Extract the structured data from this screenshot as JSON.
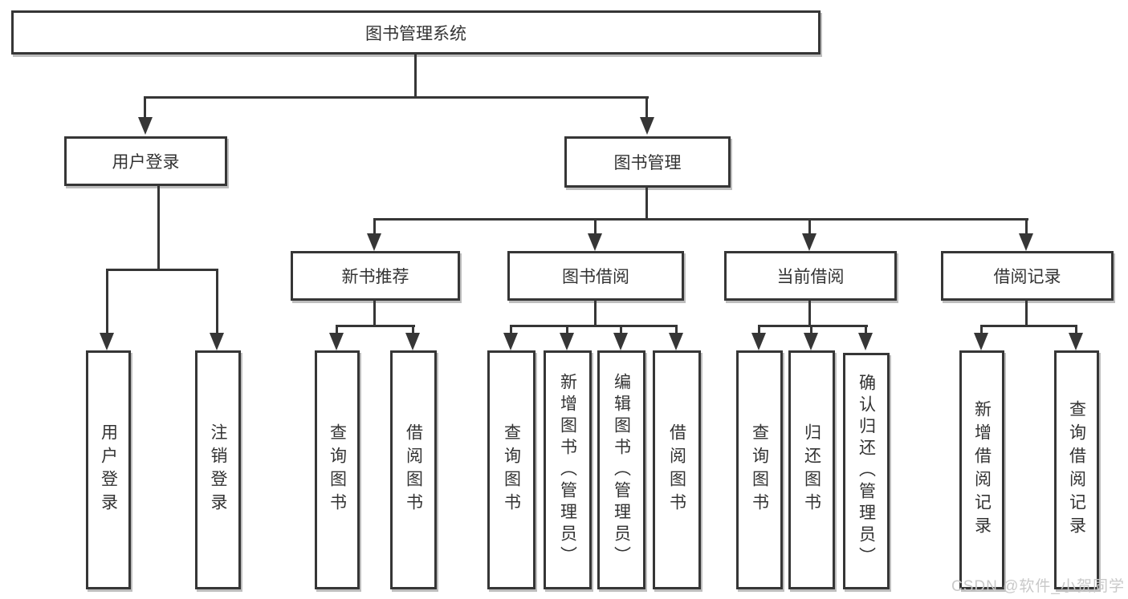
{
  "tree": {
    "label": "图书管理系统",
    "children": [
      {
        "label": "用户登录",
        "children": [
          {
            "label": "用户登录"
          },
          {
            "label": "注销登录"
          }
        ]
      },
      {
        "label": "图书管理",
        "children": [
          {
            "label": "新书推荐",
            "children": [
              {
                "label": "查询图书"
              },
              {
                "label": "借阅图书"
              }
            ]
          },
          {
            "label": "图书借阅",
            "children": [
              {
                "label": "查询图书"
              },
              {
                "label": "新增图书（管理员）"
              },
              {
                "label": "编辑图书（管理员）"
              },
              {
                "label": "借阅图书"
              }
            ]
          },
          {
            "label": "当前借阅",
            "children": [
              {
                "label": "查询图书"
              },
              {
                "label": "归还图书"
              },
              {
                "label": "确认归还（管理员）"
              }
            ]
          },
          {
            "label": "借阅记录",
            "children": [
              {
                "label": "新增借阅记录"
              },
              {
                "label": "查询借阅记录"
              }
            ]
          }
        ]
      }
    ]
  },
  "watermark": {
    "text": "CSDN @软件_小贺同学"
  },
  "colors": {
    "line": "#363636",
    "text": "#333333",
    "background": "#ffffff",
    "watermark": "#c9c9c9"
  }
}
